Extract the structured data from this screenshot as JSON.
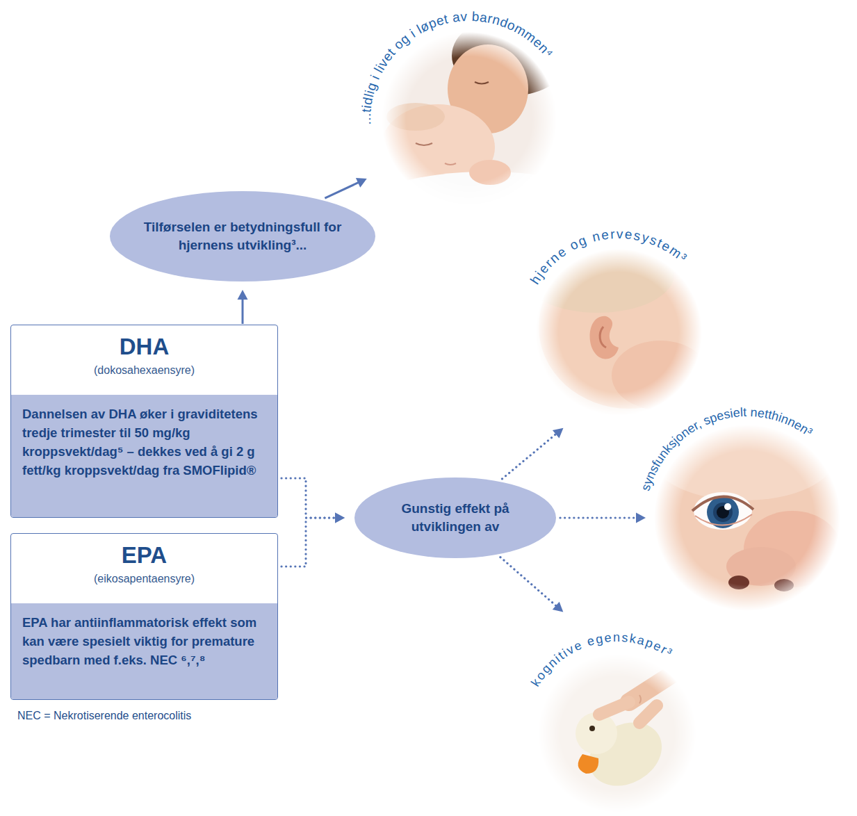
{
  "diagram": {
    "nodes": [
      {
        "text": [
          "DHA",
          "(dokosahexaensyre)"
        ]
      },
      {
        "text": [
          "Dannelsen av DHA øker i graviditetens tredje trimester til 50 mg/kg kroppsvekt/dag⁵ – dekkes ved å gi 2 g fett/kg kroppsvekt/dag fra SMOFlipid®"
        ],
        "in": 0
      },
      {
        "text": [
          "EPA",
          "(eikosapentaensyre)"
        ]
      },
      {
        "text": [
          "EPA har antiinflammatorisk effekt som kan være spesielt viktig for premature spedbarn med f.eks. NEC ⁶,⁷,⁸"
        ],
        "in": 2
      },
      {
        "text": [
          "Tilførselen er betydningsfull for hjernens utvikling³..."
        ]
      },
      {
        "text": [
          "Gunstig effekt på utviklingen av"
        ]
      },
      {
        "text": [
          "...tidlig i livet og i løpet av barndommen⁴"
        ]
      },
      {
        "text": [
          "hjerne og nervesystem³"
        ]
      },
      {
        "text": [
          "synsfunksjoner, spesielt netthinnen³"
        ]
      },
      {
        "text": [
          "kognitive egenskaper³"
        ]
      }
    ],
    "edges": [
      {
        "from": 0,
        "to": 4,
        "arrow": "to"
      },
      {
        "from": 4,
        "to": 6,
        "arrow": "to"
      },
      {
        "from": 0,
        "to": 5,
        "arrow": "to"
      },
      {
        "from": 2,
        "to": 5,
        "arrow": "to"
      },
      {
        "from": 5,
        "to": 7,
        "arrow": "to"
      },
      {
        "from": 5,
        "to": 8,
        "arrow": "to"
      },
      {
        "from": 5,
        "to": 9,
        "arrow": "to"
      }
    ],
    "labels": [
      "NEC = Nekrotiserende enterocolitis"
    ]
  }
}
